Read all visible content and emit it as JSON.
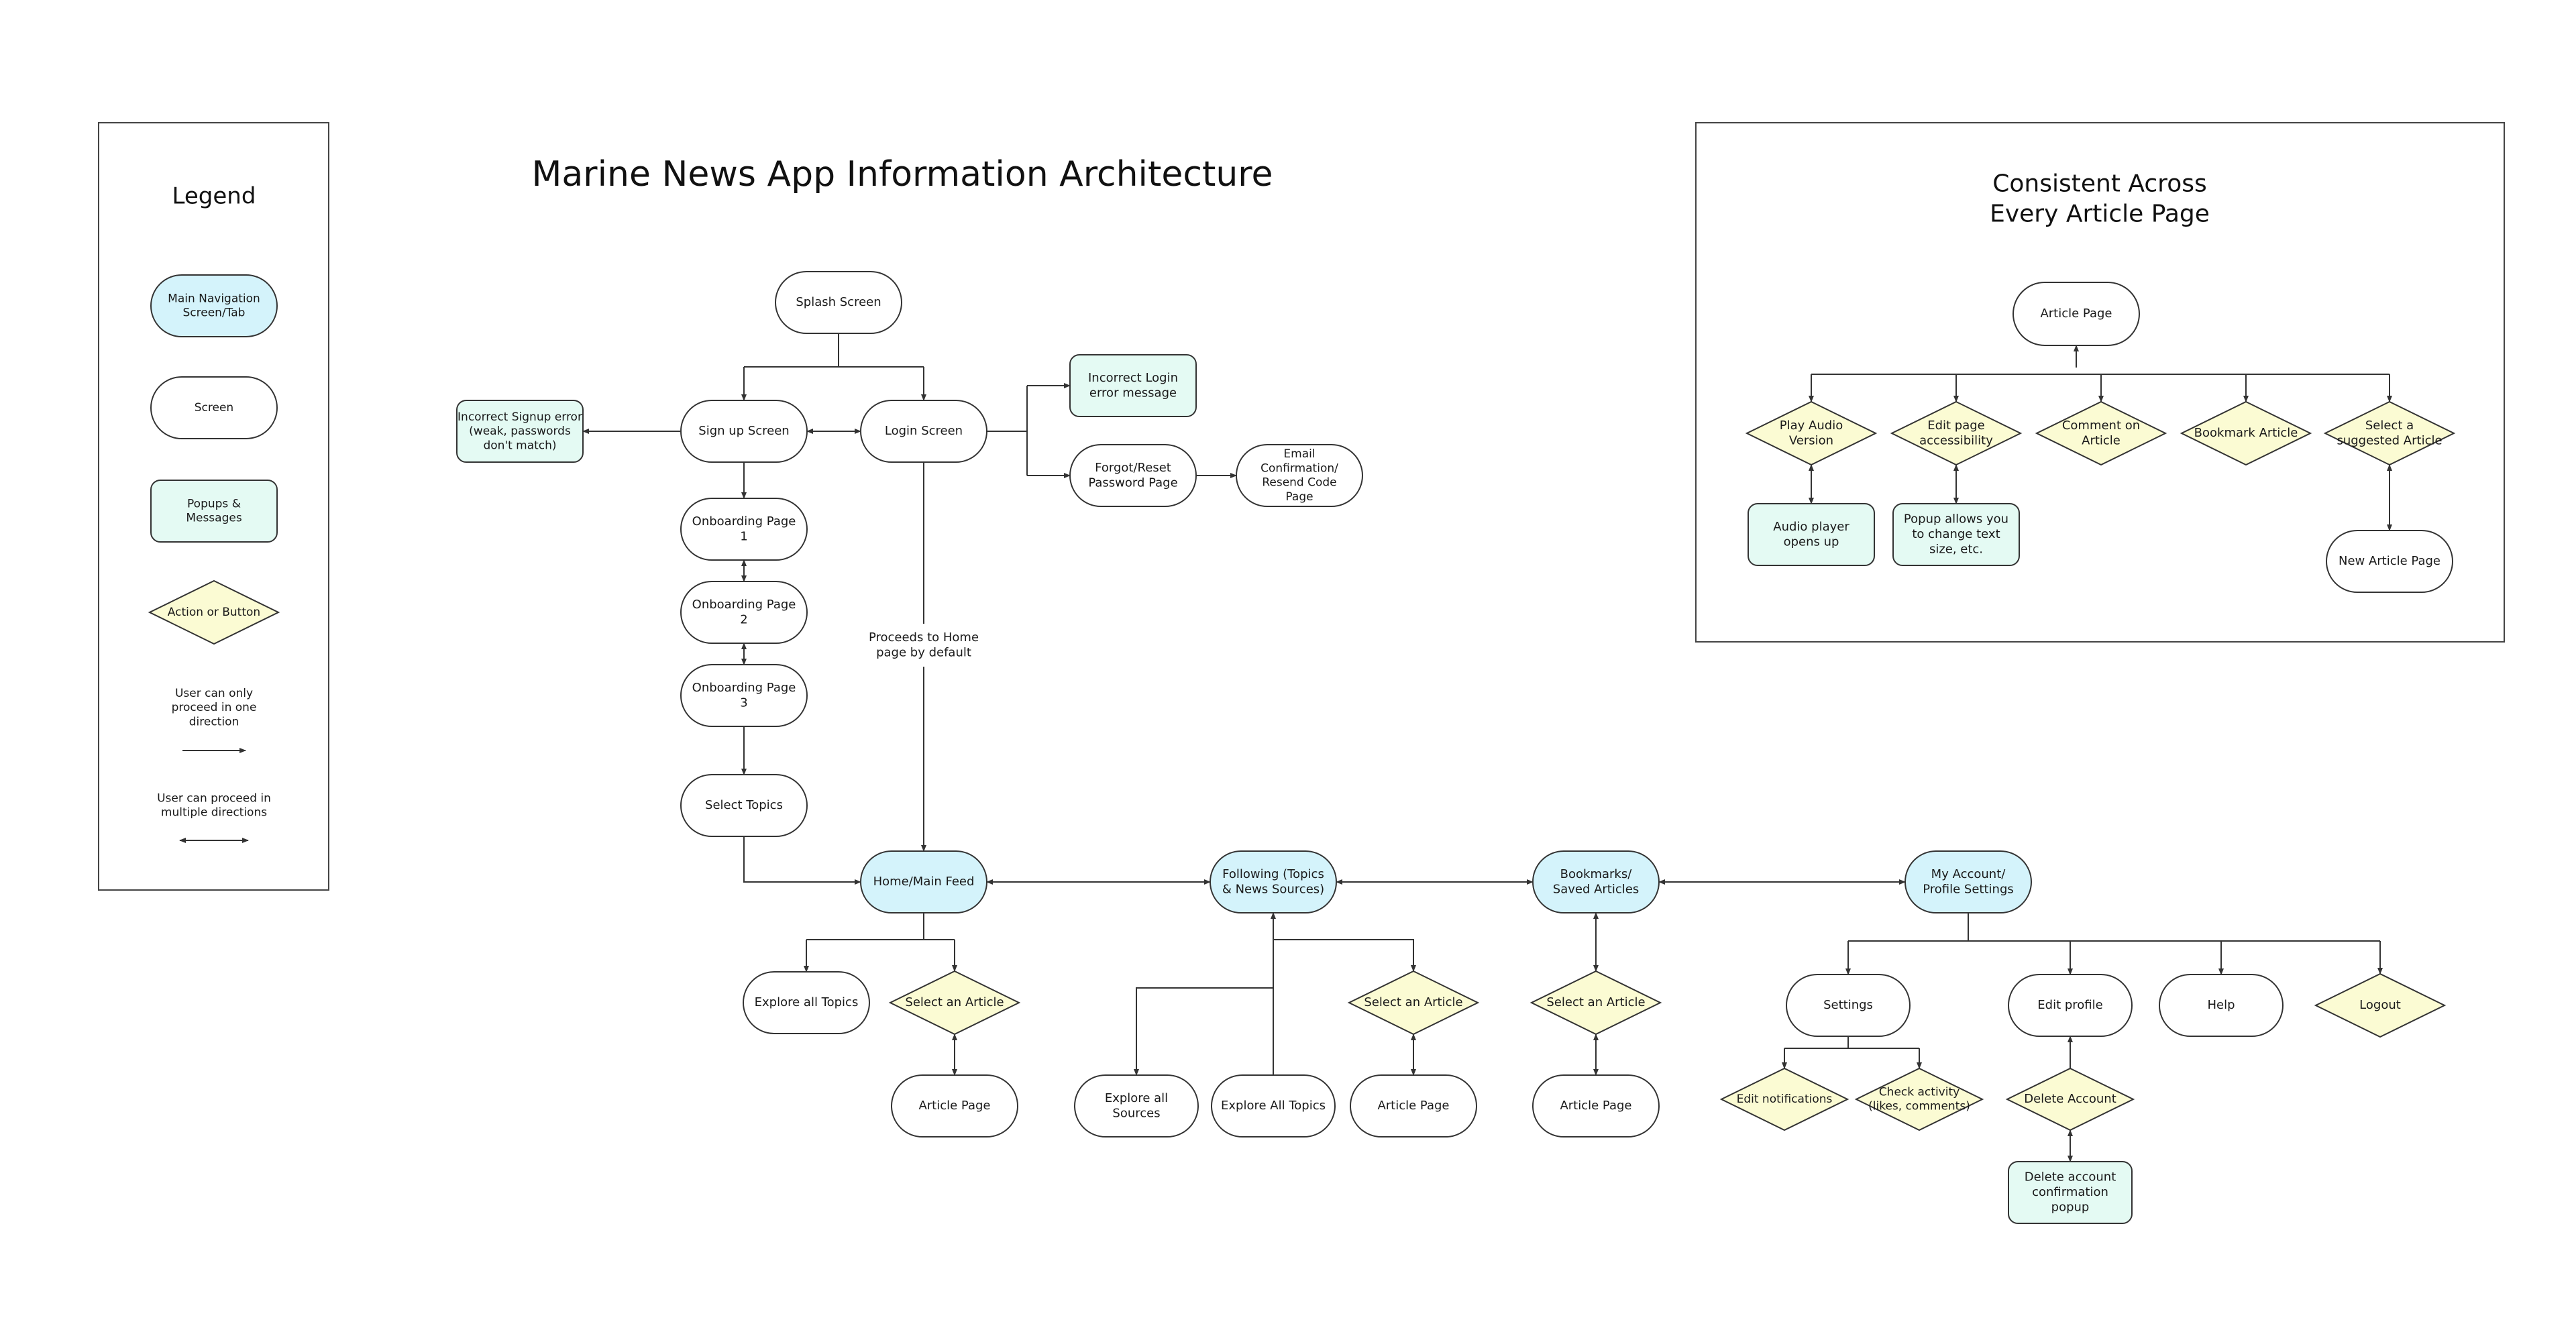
{
  "title": "Marine News App Information Architecture",
  "legend": {
    "heading": "Legend",
    "main_nav": "Main Navigation\nScreen/Tab",
    "screen": "Screen",
    "popups": "Popups &\nMessages",
    "action": "Action or Button",
    "one_direction": "User can only\nproceed in one\ndirection",
    "multi_direction": "User can proceed in\nmultiple directions"
  },
  "article_box": {
    "heading": "Consistent Across\nEvery Article Page",
    "article_page": "Article Page",
    "play_audio": "Play Audio\nVersion",
    "edit_accessibility": "Edit page\naccessibility",
    "comment": "Comment on\nArticle",
    "bookmark": "Bookmark Article",
    "select_suggested": "Select a\nsuggested Article",
    "audio_player": "Audio player\nopens up",
    "popup_text_size": "Popup allows you\nto change text\nsize, etc.",
    "new_article": "New Article Page"
  },
  "flow": {
    "splash": "Splash Screen",
    "signup": "Sign up Screen",
    "login": "Login Screen",
    "signup_error": "Incorrect Signup error\n(weak, passwords\ndon't match)",
    "login_error": "Incorrect Login\nerror message",
    "forgot": "Forgot/Reset\nPassword Page",
    "email_conf": "Email\nConfirmation/\nResend Code\nPage",
    "onboard1": "Onboarding Page\n1",
    "onboard2": "Onboarding Page\n2",
    "onboard3": "Onboarding Page\n3",
    "select_topics": "Select Topics",
    "proceeds_label": "Proceeds to Home\npage by default",
    "home": "Home/Main Feed",
    "following": "Following (Topics\n& News Sources)",
    "bookmarks": "Bookmarks/\nSaved Articles",
    "account": "My Account/\nProfile Settings",
    "explore_topics": "Explore all Topics",
    "home_select": "Select an Article",
    "home_article": "Article Page",
    "explore_sources": "Explore all\nSources",
    "explore_all_topics": "Explore All Topics",
    "following_select": "Select an Article",
    "following_article": "Article Page",
    "bookmarks_select": "Select an Article",
    "bookmarks_article": "Article Page",
    "settings": "Settings",
    "edit_profile": "Edit profile",
    "help": "Help",
    "logout": "Logout",
    "edit_notifications": "Edit notifications",
    "check_activity": "Check activity\n(likes, comments)",
    "delete_account": "Delete Account",
    "delete_popup": "Delete account\nconfirmation\npopup"
  },
  "colors": {
    "main_nav": "#d4f3fb",
    "screen": "#ffffff",
    "popup": "#e4faf3",
    "action": "#fbfbd3",
    "stroke": "#333333"
  }
}
